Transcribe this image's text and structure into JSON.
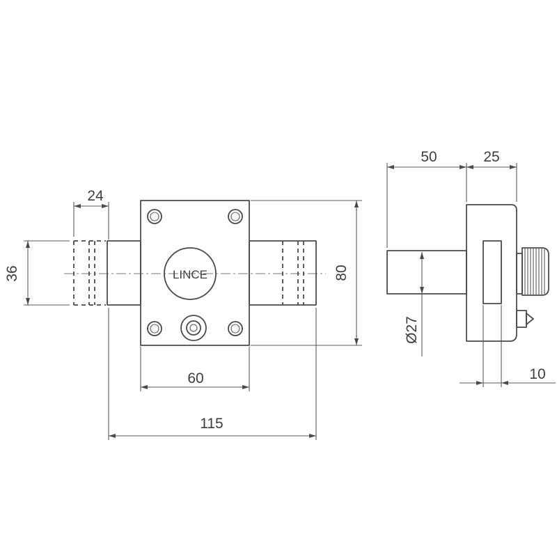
{
  "brand_label": "LINCE",
  "dimensions": {
    "bolt_width": "24",
    "bolt_height": "36",
    "body_height": "80",
    "body_width": "60",
    "total_width": "115",
    "side_depth": "50",
    "side_body": "25",
    "cylinder_diameter": "Ø27",
    "side_offset": "10"
  }
}
